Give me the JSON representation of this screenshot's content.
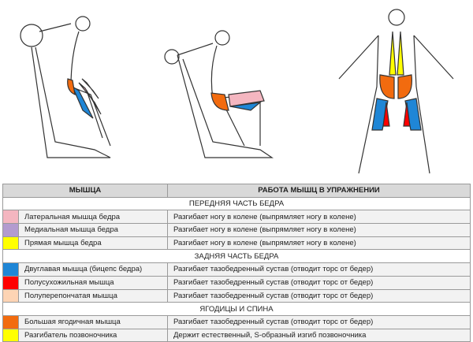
{
  "table": {
    "headers": [
      "МЫШЦА",
      "РАБОТА МЫШЦ В УПРАЖНЕНИИ"
    ],
    "sections": [
      {
        "title": "ПЕРЕДНЯЯ ЧАСТЬ БЕДРА",
        "rows": [
          {
            "color": "#f4b6c0",
            "muscle": "Латеральная мышца бедра",
            "function": "Разгибает ногу в колене (выпрямляет ногу в колене)"
          },
          {
            "color": "#b39bcf",
            "muscle": "Медиальная мышца бедра",
            "function": "Разгибает ногу в колене (выпрямляет ногу в колене)"
          },
          {
            "color": "#ffff00",
            "muscle": "Прямая мышца бедра",
            "function": "Разгибает ногу в колене (выпрямляет ногу в колене)"
          }
        ]
      },
      {
        "title": "ЗАДНЯЯ ЧАСТЬ БЕДРА",
        "rows": [
          {
            "color": "#1f86d6",
            "muscle": "Двуглавая мышца (бицепс бедра)",
            "function": "Разгибает тазобедренный сустав (отводит торс от бедер)"
          },
          {
            "color": "#ff0000",
            "muscle": "Полусухожильная мышца",
            "function": "Разгибает тазобедренный сустав (отводит торс от бедер)"
          },
          {
            "color": "#fdd4b4",
            "muscle": "Полуперепончатая мышца",
            "function": "Разгибает тазобедренный сустав (отводит торс от бедер)"
          }
        ]
      },
      {
        "title": "ЯГОДИЦЫ И СПИНА",
        "rows": [
          {
            "color": "#f26b0f",
            "muscle": "Большая ягодичная мышца",
            "function": "Разгибает тазобедренный сустав (отводит торс от бедер)"
          },
          {
            "color": "#ffff00",
            "muscle": "Разгибатель позвоночника",
            "function": "Держит естественный, S-образный изгиб позвоночника"
          }
        ]
      }
    ]
  }
}
